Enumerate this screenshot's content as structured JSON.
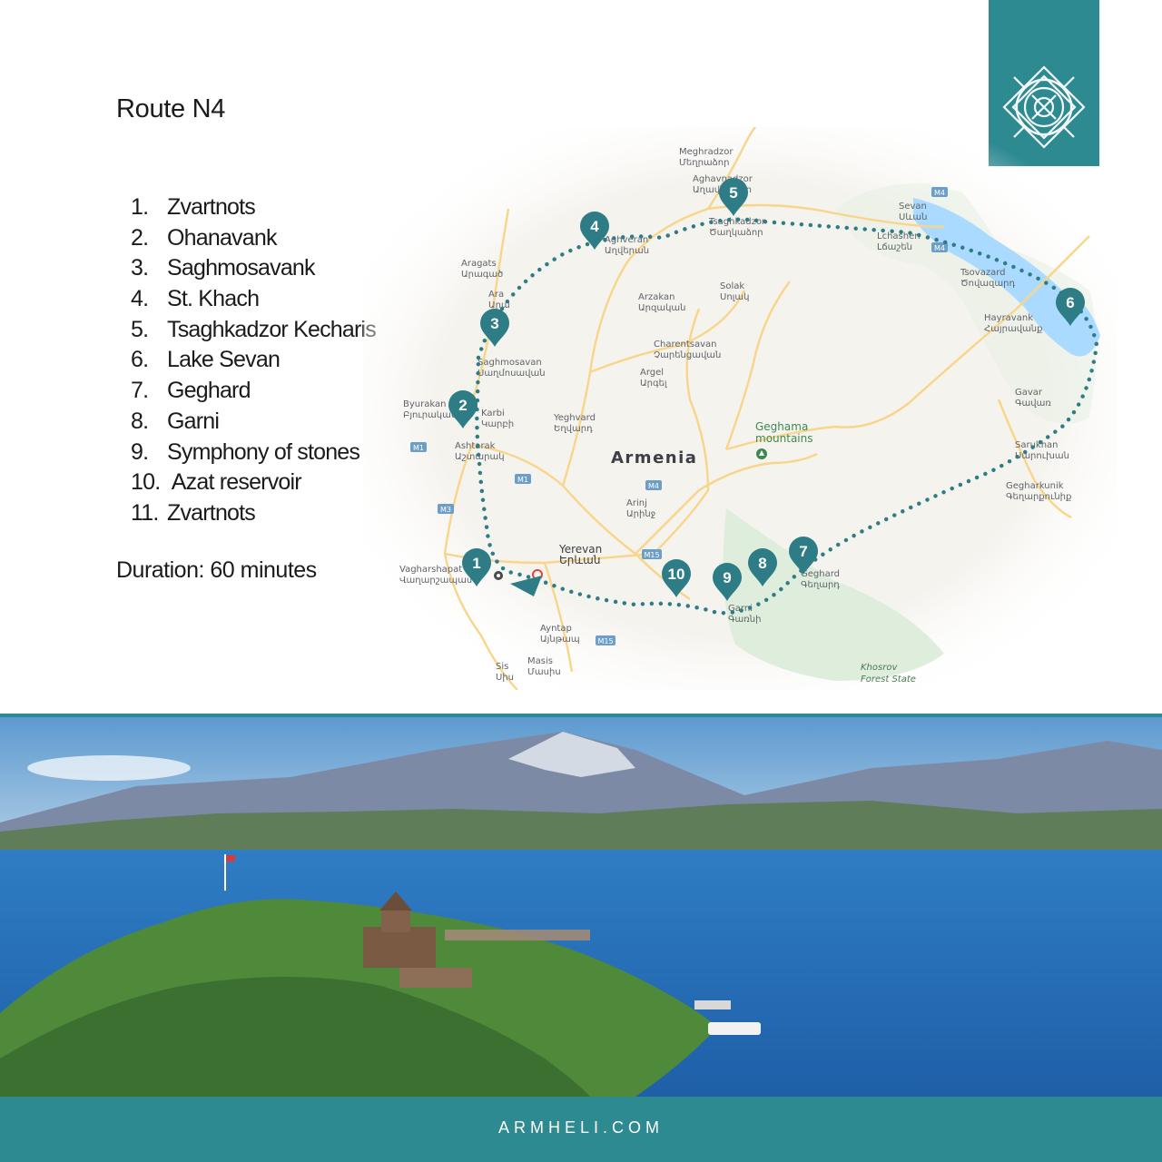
{
  "title": "Route N4",
  "stops": [
    {
      "num": "1.",
      "name": "Zvartnots"
    },
    {
      "num": "2.",
      "name": "Ohanavank"
    },
    {
      "num": "3.",
      "name": "Saghmosavank"
    },
    {
      "num": "4.",
      "name": "St. Khach"
    },
    {
      "num": "5.",
      "name": "Tsaghkadzor Kecharis"
    },
    {
      "num": "6.",
      "name": "Lake Sevan"
    },
    {
      "num": "7.",
      "name": "Geghard"
    },
    {
      "num": "8.",
      "name": "Garni"
    },
    {
      "num": "9.",
      "name": "Symphony of stones"
    },
    {
      "num": "10.",
      "name": " Azat reservoir"
    },
    {
      "num": "11.",
      "name": "Zvartnots"
    }
  ],
  "duration": "Duration: 60 minutes",
  "footer": "ARMHELI.COM",
  "colors": {
    "brand": "#2e8a91",
    "route": "#2e7d86",
    "water": "#aadaff",
    "road": "#f9d58a"
  },
  "map": {
    "country": "Armenia",
    "mountains": "Geghama\nmountains",
    "forest": "Khosrov\nForest State",
    "places": [
      {
        "id": "meghradzor",
        "name": "Meghradzor\nՄեղրաձոր"
      },
      {
        "id": "aghavnadzor",
        "name": "Aghavnadzor\nԱղավնաձոր"
      },
      {
        "id": "tsaghkadzor",
        "name": "Tsaghkadzor\nԾաղկաձոր"
      },
      {
        "id": "sevan",
        "name": "Sevan\nՍևան"
      },
      {
        "id": "lchashen",
        "name": "Lchashen\nԼճաշեն"
      },
      {
        "id": "aghveran",
        "name": "Aghveran\nԱղվերան"
      },
      {
        "id": "aragats",
        "name": "Aragats\nԱրագած"
      },
      {
        "id": "ara",
        "name": "Ara\nԱրա"
      },
      {
        "id": "tsovazard",
        "name": "Tsovazard\nԾովազարդ"
      },
      {
        "id": "arzakan",
        "name": "Arzakan\nԱրզական"
      },
      {
        "id": "solak",
        "name": "Solak\nՍոլակ"
      },
      {
        "id": "hayravank",
        "name": "Hayravank\nՀայրավանք"
      },
      {
        "id": "charentsavan",
        "name": "Charentsavan\nՉարենցավան"
      },
      {
        "id": "saghmosavan",
        "name": "Saghmosavan\nՍաղմոսավան"
      },
      {
        "id": "argel",
        "name": "Argel\nԱրգել"
      },
      {
        "id": "byurakan",
        "name": "Byurakan\nԲյուրական"
      },
      {
        "id": "karbi",
        "name": "Karbi\nԿարբի"
      },
      {
        "id": "gavar",
        "name": "Gavar\nԳավառ"
      },
      {
        "id": "yeghvard",
        "name": "Yeghvard\nԵղվարդ"
      },
      {
        "id": "ashtarak",
        "name": "Ashtarak\nԱշտարակ"
      },
      {
        "id": "sarukhan",
        "name": "Sarukhan\nՍարուխան"
      },
      {
        "id": "gegharkunik",
        "name": "Gegharkunik\nԳեղարքունիք"
      },
      {
        "id": "arinj",
        "name": "Arinj\nԱրինջ"
      },
      {
        "id": "yerevan",
        "name": "Yerevan\nԵրևան"
      },
      {
        "id": "vagharshapat",
        "name": "Vagharshapat\nՎաղարշապատ"
      },
      {
        "id": "geghard",
        "name": "Geghard\nԳեղարդ"
      },
      {
        "id": "garni",
        "name": "Garni\nԳառնի"
      },
      {
        "id": "ayntap",
        "name": "Ayntap\nԱյնթապ"
      },
      {
        "id": "masis",
        "name": "Masis\nՄասիս"
      },
      {
        "id": "sis",
        "name": "Sis\nՍիս"
      }
    ],
    "road_badges": [
      {
        "id": "m4-north",
        "label": "M4"
      },
      {
        "id": "m4-lake",
        "label": "M4"
      },
      {
        "id": "m1-west",
        "label": "M1"
      },
      {
        "id": "m1-mid",
        "label": "M1"
      },
      {
        "id": "m3",
        "label": "M3"
      },
      {
        "id": "m4-mid",
        "label": "M4"
      },
      {
        "id": "m15-a",
        "label": "M15"
      },
      {
        "id": "m15-b",
        "label": "M15"
      }
    ],
    "pins": [
      "1",
      "2",
      "3",
      "4",
      "5",
      "6",
      "7",
      "8",
      "9",
      "10"
    ]
  }
}
